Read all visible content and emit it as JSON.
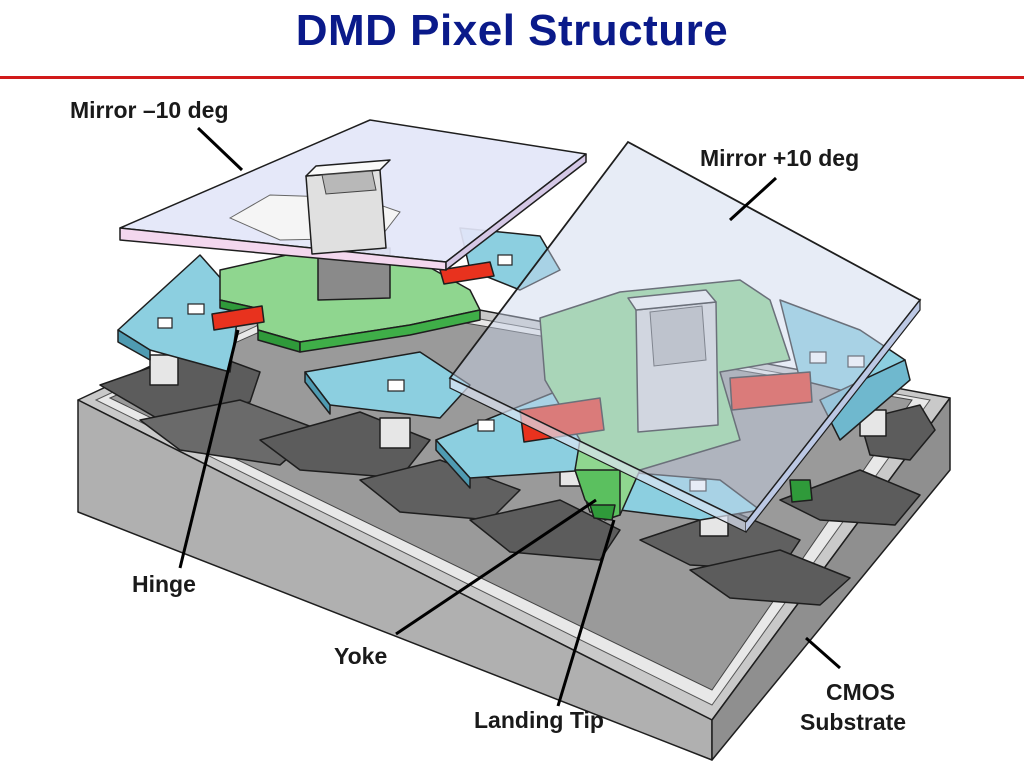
{
  "slide": {
    "title": "DMD Pixel Structure"
  },
  "labels": {
    "mirror_minus": "Mirror –10 deg",
    "mirror_plus": "Mirror +10 deg",
    "hinge": "Hinge",
    "yoke": "Yoke",
    "landing_tip": "Landing Tip",
    "cmos_line1": "CMOS",
    "cmos_line2": "Substrate"
  },
  "colors": {
    "title": "#0a1a8a",
    "rule": "#d11a1a",
    "mirror": "#e3e6f8",
    "mirror_tilted": "#c9d5ec",
    "yoke_green": "#8fd68f",
    "yoke_green_dark": "#2f9a3a",
    "hinge_red": "#e8321e",
    "electrode_blue": "#8ccfe0",
    "substrate_top": "#c4c4c4",
    "substrate_side": "#9e9e9e",
    "address_pad": "#5a5a5a"
  }
}
